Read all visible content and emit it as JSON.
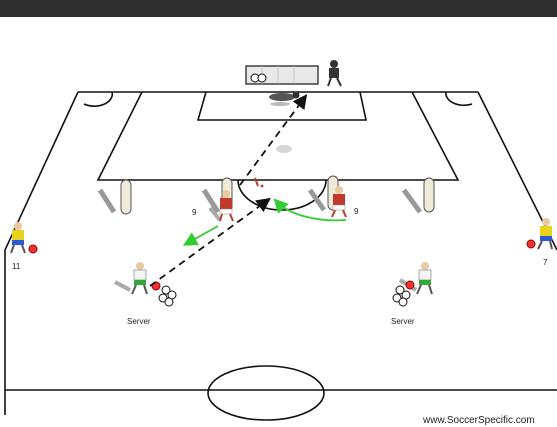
{
  "labels": {
    "left_server": "Server",
    "right_server": "Server",
    "left_nine": "9",
    "right_nine": "9",
    "left_eleven": "11",
    "right_seven": "7"
  },
  "watermark": "www.SoccerSpecific.com",
  "colors": {
    "frame_bar": "#2f2f2f",
    "pitch_line": "#111111",
    "pass_line": "#111111",
    "run_arrow": "#33cc33",
    "red_team": "#c0392b",
    "yellow_team": "#e8d21c",
    "white_team": "#f2f2f2"
  },
  "icons": [
    "goal-icon",
    "goalkeeper-icon",
    "mannequin-icon",
    "player-icon",
    "ball-icon",
    "balls-pile-icon",
    "arrow-icon"
  ]
}
